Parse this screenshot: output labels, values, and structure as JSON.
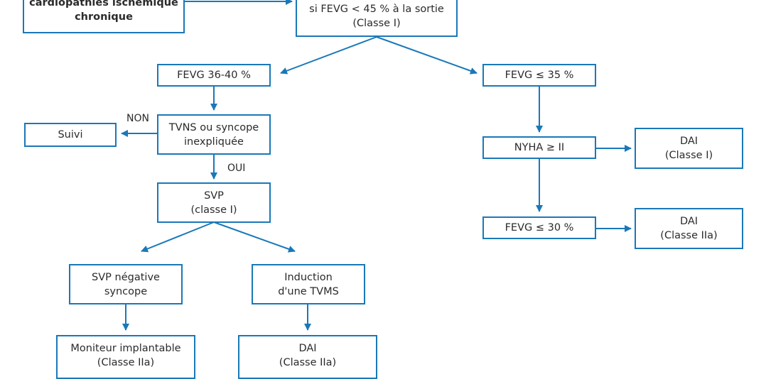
{
  "diagram": {
    "nodes": {
      "start": {
        "lines": [
          "cardiopathies ischémique",
          "chronique"
        ]
      },
      "eval": {
        "lines": [
          "si FEVG < 45 % à la sortie",
          "(Classe I)"
        ]
      },
      "fevg3640": {
        "lines": [
          "FEVG 36-40 %"
        ]
      },
      "fevg35": {
        "lines": [
          "FEVG ≤ 35 %"
        ]
      },
      "suivi": {
        "lines": [
          "Suivi"
        ]
      },
      "tvns": {
        "lines": [
          "TVNS ou syncope",
          "inexpliquée"
        ]
      },
      "svp": {
        "lines": [
          "SVP",
          "(classe I)"
        ]
      },
      "nyha": {
        "lines": [
          "NYHA ≥ II"
        ]
      },
      "dai1": {
        "lines": [
          "DAI",
          "(Classe I)"
        ]
      },
      "fevg30": {
        "lines": [
          "FEVG ≤ 30 %"
        ]
      },
      "dai2a": {
        "lines": [
          "DAI",
          "(Classe IIa)"
        ]
      },
      "svpneg": {
        "lines": [
          "SVP négative",
          "syncope"
        ]
      },
      "induction": {
        "lines": [
          "Induction",
          "d'une TVMS"
        ]
      },
      "moniteur": {
        "lines": [
          "Moniteur implantable",
          "(Classe IIa)"
        ]
      },
      "dai2b": {
        "lines": [
          "DAI",
          "(Classe IIa)"
        ]
      }
    },
    "edge_labels": {
      "non": "NON",
      "oui": "OUI"
    },
    "colors": {
      "border": "#1a78b8",
      "text": "#2b2b2b"
    }
  }
}
